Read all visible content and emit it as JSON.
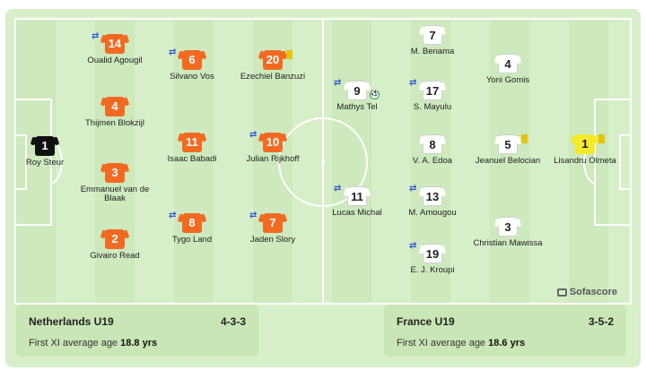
{
  "home": {
    "name": "Netherlands U19",
    "formation": "4-3-3",
    "avg_label": "First XI average age",
    "avg_value": "18.8 yrs",
    "players": [
      {
        "num": "1",
        "name": "Roy Steur",
        "kit": "black"
      },
      {
        "num": "14",
        "name": "Oualid Agougil",
        "kit": "orange",
        "sub": true
      },
      {
        "num": "4",
        "name": "Thijmen Blokzijl",
        "kit": "orange"
      },
      {
        "num": "3",
        "name": "Emmanuel van de Blaak",
        "kit": "orange"
      },
      {
        "num": "2",
        "name": "Givairo Read",
        "kit": "orange"
      },
      {
        "num": "6",
        "name": "Silvano Vos",
        "kit": "orange",
        "sub": true
      },
      {
        "num": "11",
        "name": "Isaac Babadi",
        "kit": "orange"
      },
      {
        "num": "8",
        "name": "Tygo Land",
        "kit": "orange",
        "sub": true
      },
      {
        "num": "20",
        "name": "Ezechiel Banzuzi",
        "kit": "orange",
        "card": "yellow"
      },
      {
        "num": "10",
        "name": "Julian Rijkhoff",
        "kit": "orange",
        "sub": true
      },
      {
        "num": "7",
        "name": "Jaden Slory",
        "kit": "orange",
        "sub": true
      }
    ]
  },
  "away": {
    "name": "France U19",
    "formation": "3-5-2",
    "avg_label": "First XI average age",
    "avg_value": "18.6 yrs",
    "players": [
      {
        "num": "9",
        "name": "Mathys Tel",
        "kit": "white",
        "sub": true,
        "goal": true
      },
      {
        "num": "11",
        "name": "Lucas Michal",
        "kit": "white",
        "sub": true
      },
      {
        "num": "7",
        "name": "M. Benama",
        "kit": "white"
      },
      {
        "num": "17",
        "name": "S. Mayulu",
        "kit": "white",
        "sub": true
      },
      {
        "num": "8",
        "name": "V. A. Edoa",
        "kit": "white"
      },
      {
        "num": "13",
        "name": "M. Amougou",
        "kit": "white",
        "sub": true
      },
      {
        "num": "19",
        "name": "E. J. Kroupi",
        "kit": "white",
        "sub": true
      },
      {
        "num": "4",
        "name": "Yoni Gomis",
        "kit": "white"
      },
      {
        "num": "5",
        "name": "Jeanuel Belocian",
        "kit": "white",
        "card": "yellow"
      },
      {
        "num": "3",
        "name": "Christian Mawissa",
        "kit": "white"
      },
      {
        "num": "1",
        "name": "Lisandru Olmeta",
        "kit": "yellow",
        "card": "yellow"
      }
    ]
  },
  "icons": {
    "sub": "substitution-icon",
    "card": "yellow-card-icon",
    "goal": "goal-ball-icon"
  },
  "colors": {
    "orange_kit": "#f26a22",
    "black_kit": "#111111",
    "white_kit": "#ffffff",
    "yellow_kit": "#f4ea2a",
    "pitch": "#d7efc8"
  },
  "watermark": "Sofascore"
}
